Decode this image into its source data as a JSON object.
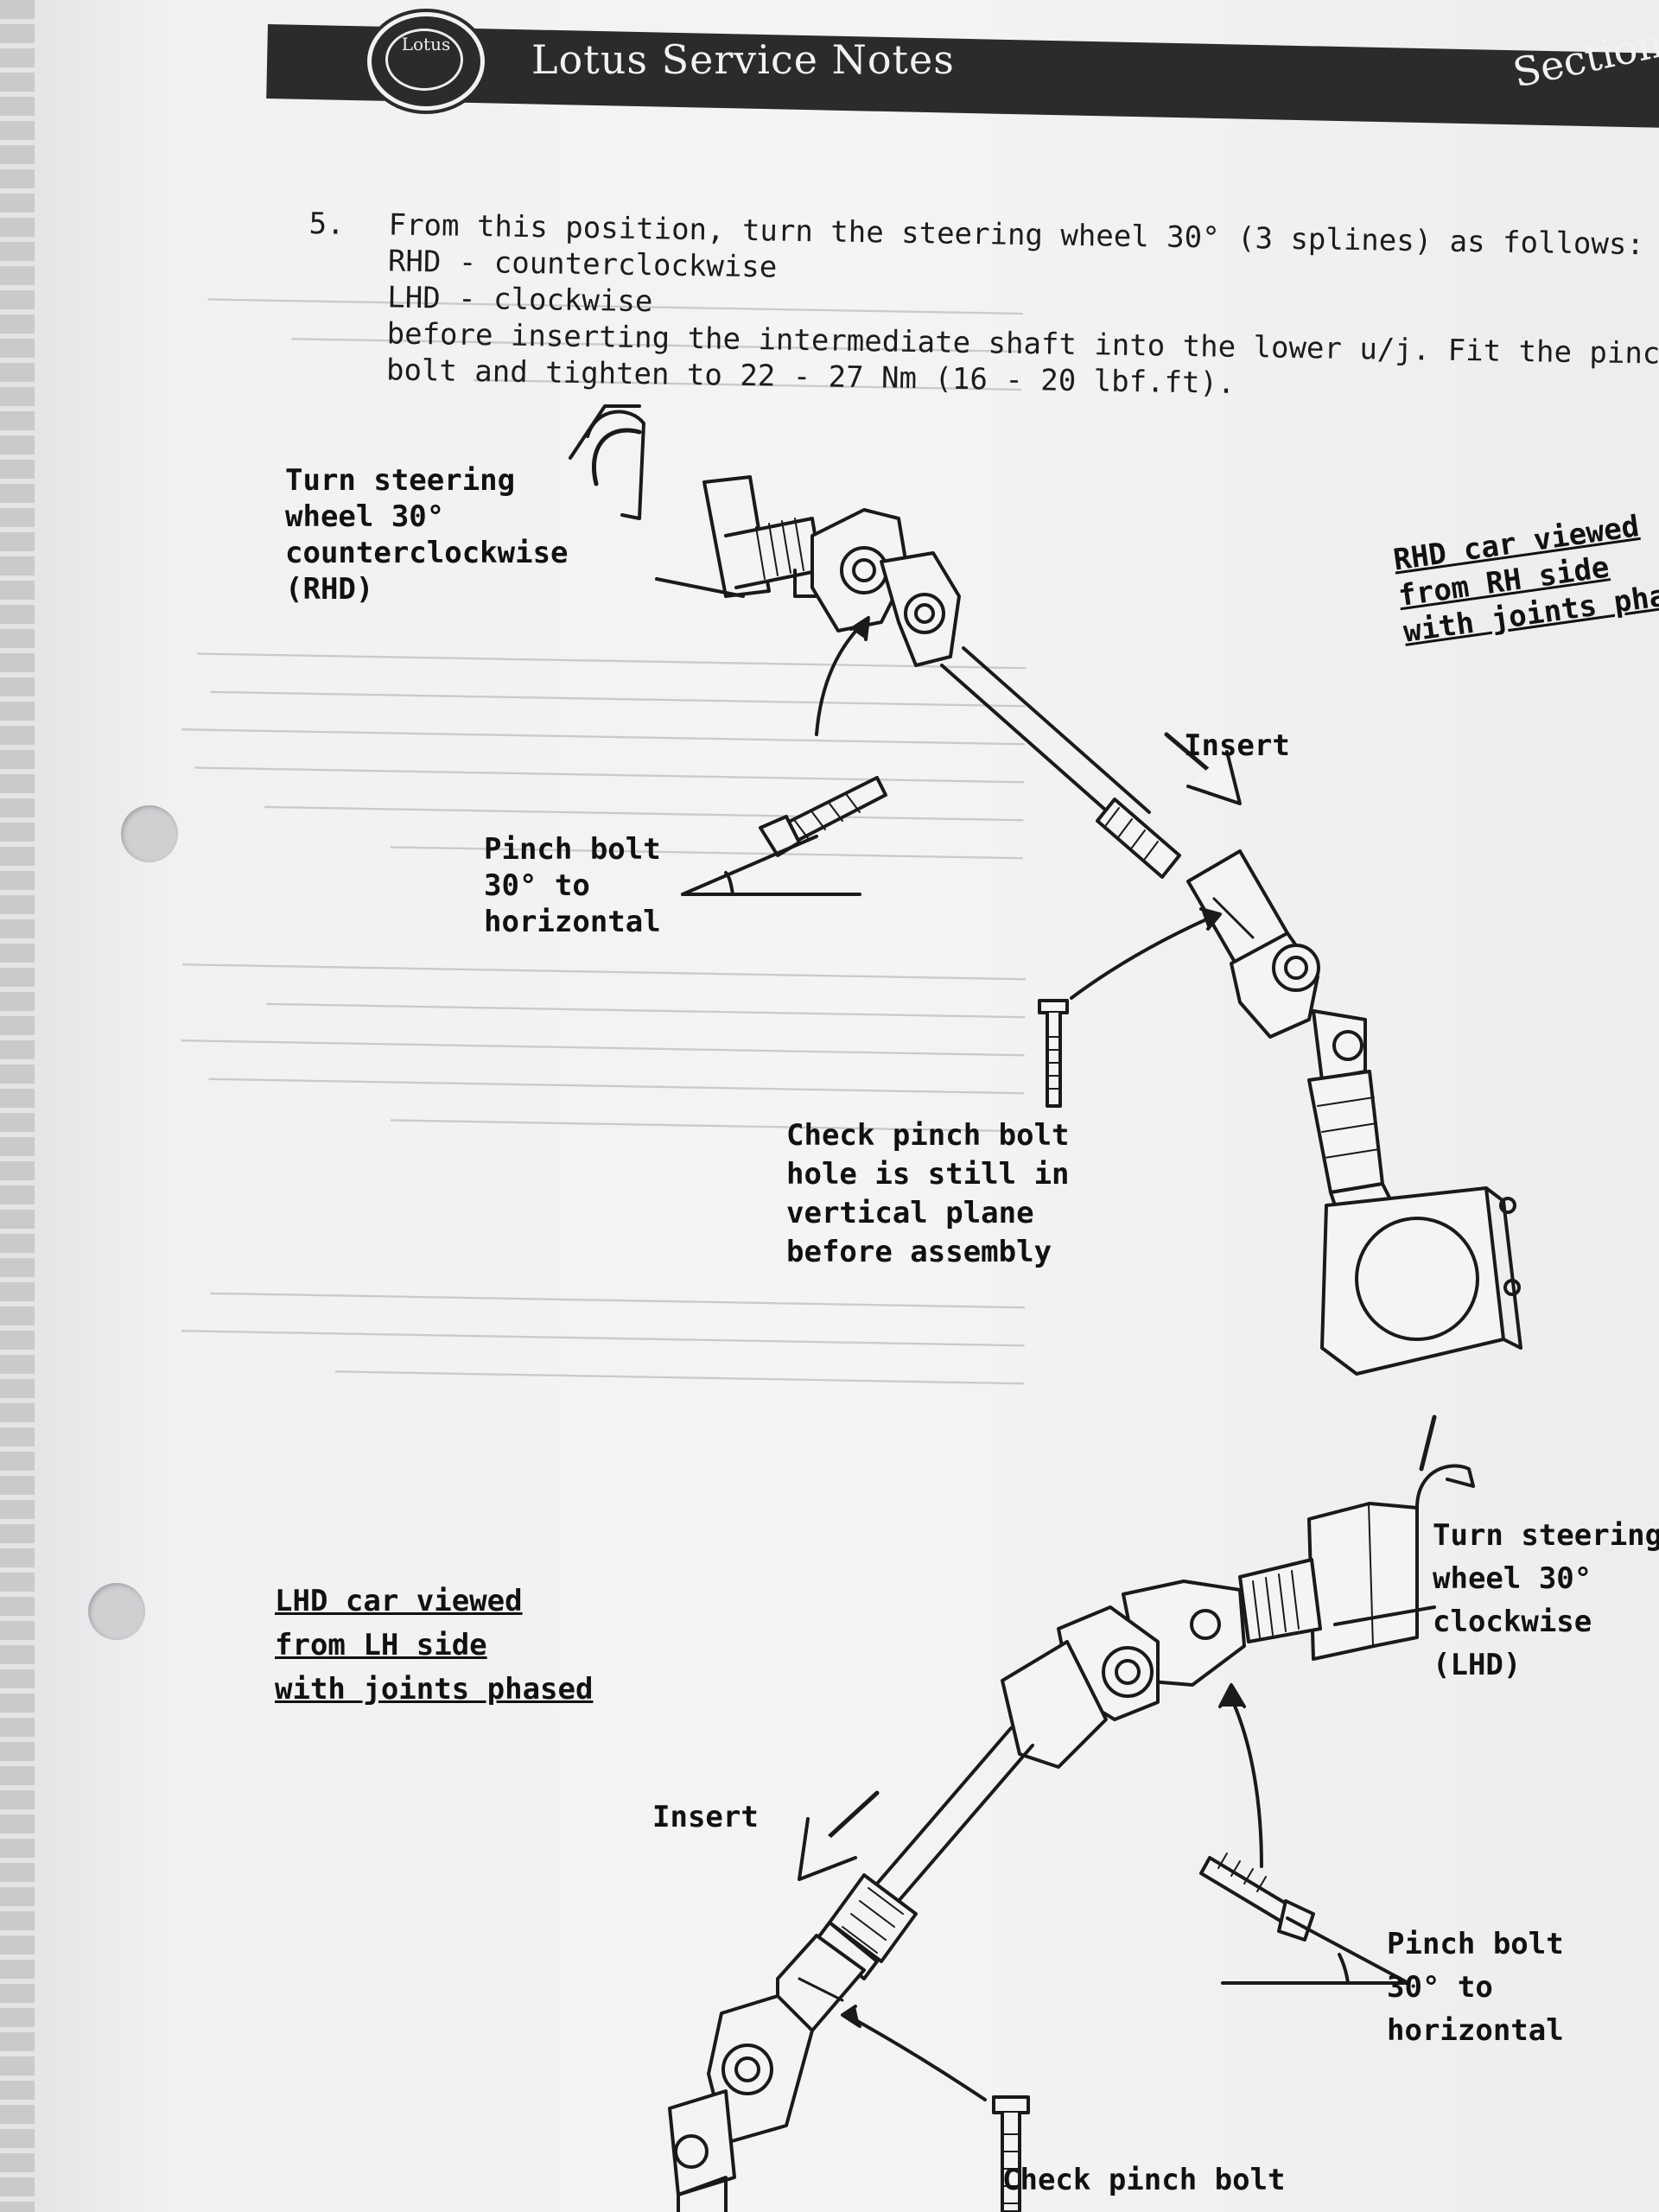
{
  "header": {
    "logo_text": "Lotus",
    "title": "Lotus Service Notes",
    "section_label": "Section"
  },
  "step": {
    "number": "5.",
    "lines": [
      "From this position, turn the steering wheel 30° (3 splines) as follows:",
      "RHD - counterclockwise",
      "LHD - clockwise",
      "before inserting the intermediate shaft into the lower u/j.  Fit the pinch",
      "bolt and tighten to 22 - 27 Nm (16 - 20 lbf.ft)."
    ]
  },
  "rhd_diagram": {
    "turn_label": [
      "Turn steering",
      "wheel 30°",
      "counterclockwise",
      "(RHD)"
    ],
    "view_label": [
      "RHD car viewed",
      "from RH side",
      "with joints phased"
    ],
    "insert_label": "Insert",
    "pinch_label": [
      "Pinch bolt",
      "30° to",
      "horizontal"
    ],
    "check_label": [
      "Check pinch bolt",
      "hole is still in",
      "vertical plane",
      "before assembly"
    ]
  },
  "lhd_diagram": {
    "view_label": [
      "LHD car viewed",
      "from LH side",
      "with joints phased"
    ],
    "turn_label": [
      "Turn steering",
      "wheel 30°",
      "clockwise",
      "(LHD)"
    ],
    "insert_label": "Insert",
    "pinch_label": [
      "Pinch bolt",
      "30° to",
      "horizontal"
    ],
    "check_label": [
      "Check pinch bolt"
    ]
  }
}
